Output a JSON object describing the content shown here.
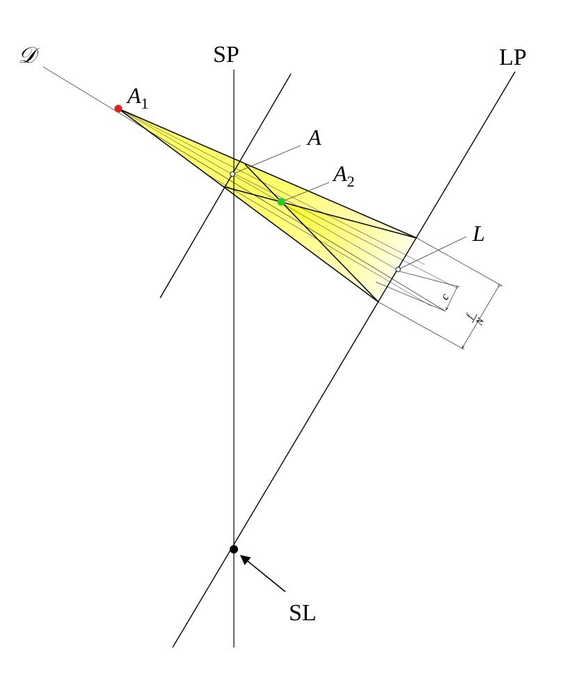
{
  "labels": {
    "D": "𝒟",
    "SP": "SP",
    "LP": "LP",
    "A1": "A",
    "A1_sub": "1",
    "A": "A",
    "A2": "A",
    "A2_sub": "2",
    "L": "L",
    "SL": "SL",
    "c": "c",
    "f_over_N_num": "f",
    "f_over_N_den": "N"
  },
  "colors": {
    "line": "#000000",
    "thin_line": "#444444",
    "cone_fill": "#ffff33",
    "cone_fill_light": "#fffbe0",
    "point_A1": "#e0201c",
    "point_A2": "#1fcc2a",
    "point_SL": "#000000"
  }
}
